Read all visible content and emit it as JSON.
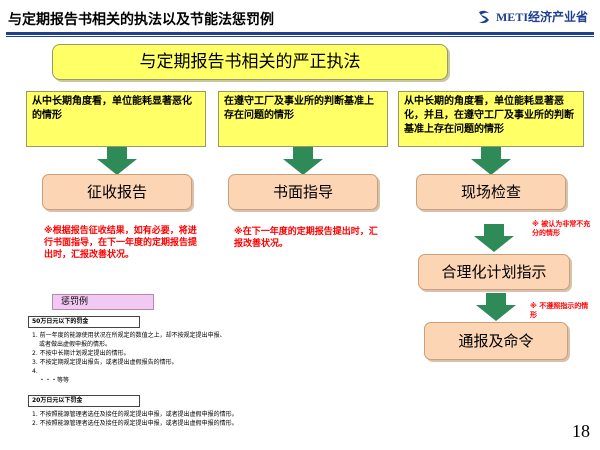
{
  "header": {
    "title": "与定期报告书相关的执法以及节能法惩罚例",
    "logo_text": "METI经济产业省"
  },
  "main_box": "与定期报告书相关的严正执法",
  "conditions": [
    "从中长期角度看，单位能耗显著恶化的情形",
    "在遵守工厂及事业所的判断基准上存在问题的情形",
    "从中长期的角度看，单位能耗显著恶化，并且，在遵守工厂及事业所的判断基准上存在问题的情形"
  ],
  "actions": {
    "levy": "征收报告",
    "written": "书面指导",
    "inspect": "现场检查",
    "plan": "合理化计划指示",
    "order": "通报及命令"
  },
  "notes": {
    "levy": "※根据报告征收结果，如有必要，将进行书面指导，在下一年度的定期报告提出时，汇报改善状况。",
    "written": "※在下一年度的定期报告提出时，汇报改善状况。",
    "inspect": "※ 被认为非常不充分的情形",
    "plan": "※ 不遵照指示的情形"
  },
  "penalty": {
    "tag": "惩罚例",
    "fine1_header": "50万日元以下的罚金",
    "fine1_items": [
      "1. 前一年度的能源使用状况在所规定的数值之上，却不按规定提出申报、",
      "或者做出虚假申报的情形。",
      "2. 不按中长期计划规定提出的情形。",
      "3. 不按定期规定提出报告，或者提出虚假报告的情形。",
      "4.",
      "・・・等等"
    ],
    "fine2_header": "20万日元以下罚金",
    "fine2_items": [
      "1. 不按照能源管理者选任及接任的规定提出申报，或者提出虚假申报的情形。",
      "2. 不按照能源管理者选任及接任的规定提出申报，或者提出虚假申报的情形。"
    ]
  },
  "page_number": "18",
  "colors": {
    "condition_fill": "#ffff66",
    "action_fill": "#fcd5b4",
    "arrow_green": "#2e8b57",
    "note_red": "#ff0000",
    "penalty_tag_fill": "#f2c9f2",
    "brand_blue": "#1f3f8f"
  }
}
